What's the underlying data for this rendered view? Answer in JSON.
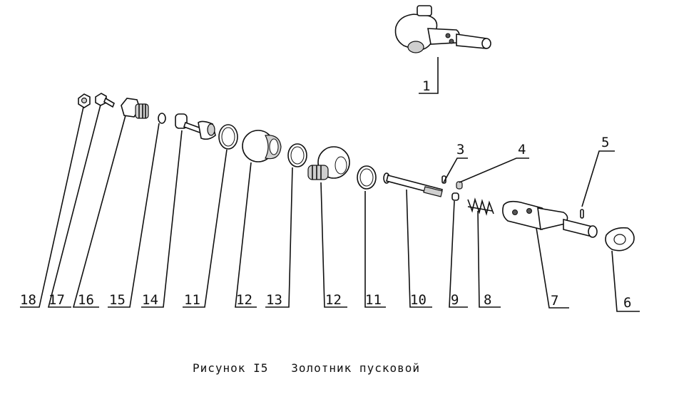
{
  "caption": {
    "figure": "Рисунок I5",
    "title": "Золотник пусковой"
  },
  "callouts": {
    "c1": "1",
    "c3": "3",
    "c4": "4",
    "c5": "5",
    "c6": "6",
    "c7": "7",
    "c8": "8",
    "c9": "9",
    "c10": "10",
    "c11a": "11",
    "c12a": "12",
    "c13": "13",
    "c12b": "12",
    "c11b": "11",
    "c14": "14",
    "c15": "15",
    "c16": "16",
    "c17": "17",
    "c18": "18"
  }
}
